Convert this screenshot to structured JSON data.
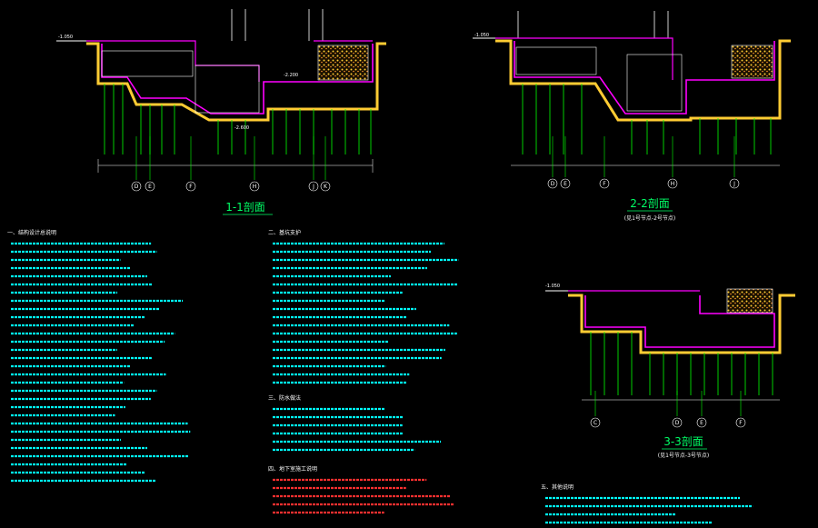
{
  "sections": [
    {
      "title": "1-1剖面",
      "subtitle": ""
    },
    {
      "title": "2-2剖面",
      "subtitle": "(见1号节点-2号节点)"
    },
    {
      "title": "3-3剖面",
      "subtitle": "(见1号节点-3号节点)"
    }
  ],
  "grid_labels_1": [
    "D",
    "E",
    "F",
    "H",
    "J",
    "K"
  ],
  "grid_labels_2": [
    "D",
    "E",
    "F",
    "H",
    "J"
  ],
  "grid_labels_3": [
    "C",
    "D",
    "E",
    "F"
  ],
  "elevations": [
    "-1.050",
    "-1.050",
    "-2.600",
    "-2.200",
    "-1.050"
  ],
  "notes_left_header": "一、结构设计总说明",
  "notes_mid_header": "二、基坑支护",
  "notes_mid2_header": "三、防水做法",
  "notes_mid3_header": "四、地下室施工说明",
  "notes_right_header": "五、其他说明",
  "colors": {
    "bg": "#000000",
    "slab": "#ff00ff",
    "pile": "#00ff00",
    "fill": "#ffcc33",
    "text": "#ffffff",
    "cyan": "#00ffff",
    "red": "#ff3030"
  }
}
